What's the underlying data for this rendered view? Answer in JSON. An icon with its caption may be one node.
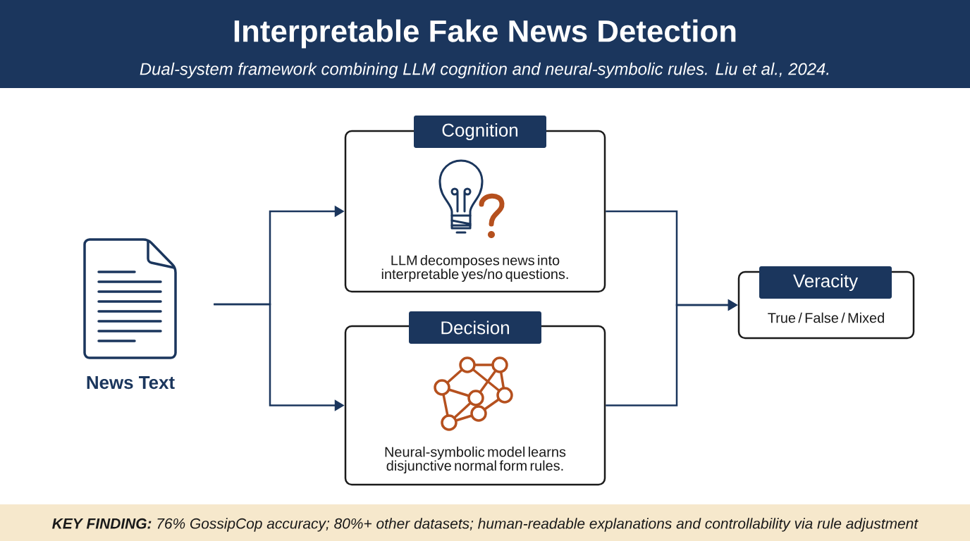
{
  "diagram": {
    "title": "Interpretable Fake News Detection",
    "nodes": [
      {
        "text": [
          "News Text"
        ]
      },
      {
        "text": [
          "Cognition",
          "LLM decomposes news into interpretable yes/no questions."
        ]
      },
      {
        "text": [
          "Decision",
          "Neural-symbolic model learns disjunctive normal form rules."
        ]
      },
      {
        "text": [
          "Veracity",
          "True / False / Mixed"
        ]
      }
    ],
    "edges": [
      {
        "from": 0,
        "to": 1,
        "arrow": "to"
      },
      {
        "from": 0,
        "to": 2,
        "arrow": "to"
      },
      {
        "from": 1,
        "to": 3,
        "arrow": "to"
      },
      {
        "from": 2,
        "to": 3,
        "arrow": "to"
      }
    ],
    "labels": [
      "Dual-system framework combining LLM cognition and neural-symbolic rules. Liu et al., 2024.",
      "**KEY FINDING:** 76% GossipCop accuracy; 80%+ other datasets; human-readable explanations and controllability via rule adjustment"
    ]
  }
}
